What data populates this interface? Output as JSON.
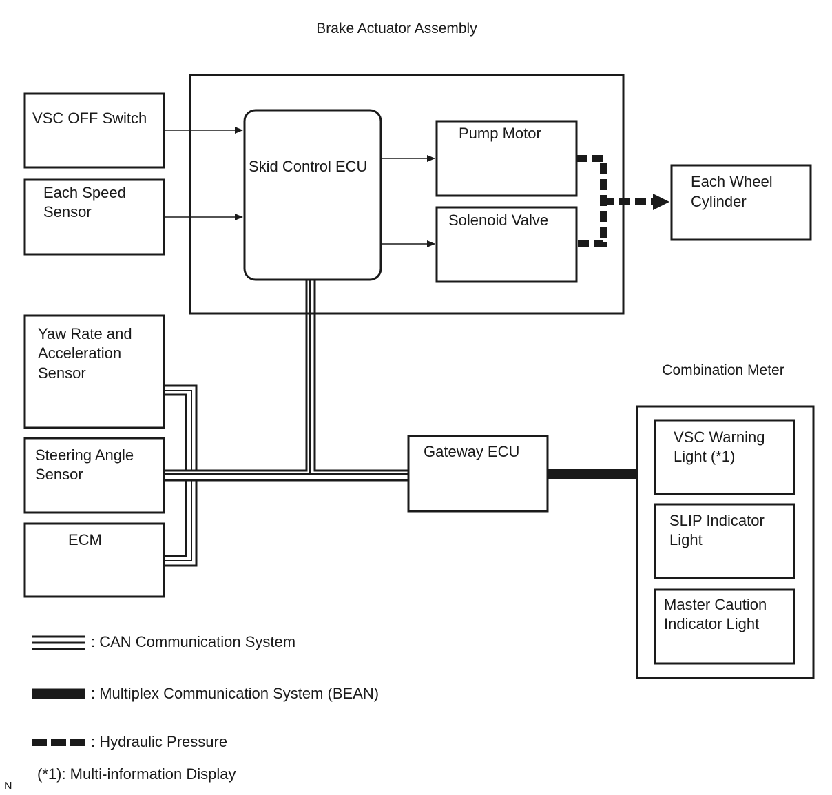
{
  "titles": {
    "brake_actuator": "Brake Actuator Assembly",
    "combination_meter": "Combination Meter"
  },
  "blocks": {
    "vsc_off_switch": [
      "VSC OFF Switch"
    ],
    "speed_sensor": [
      "Each Speed",
      "Sensor"
    ],
    "skid_control_ecu": [
      "Skid Control ECU"
    ],
    "pump_motor": [
      "Pump Motor"
    ],
    "solenoid_valve": [
      "Solenoid Valve"
    ],
    "wheel_cylinder": [
      "Each Wheel",
      "Cylinder"
    ],
    "yaw_rate_sensor": [
      "Yaw Rate and",
      "Acceleration",
      "Sensor"
    ],
    "steering_angle_sensor": [
      "Steering Angle",
      "Sensor"
    ],
    "ecm": [
      "ECM"
    ],
    "gateway_ecu": [
      "Gateway ECU"
    ],
    "vsc_warning_light": [
      "VSC Warning",
      "Light (*1)"
    ],
    "slip_indicator": [
      "SLIP Indicator",
      "Light"
    ],
    "master_caution": [
      "Master Caution",
      "Indicator Light"
    ]
  },
  "legend": {
    "can": ": CAN Communication System",
    "bean": ": Multiplex Communication System (BEAN)",
    "hydraulic": ": Hydraulic Pressure",
    "note": "(*1): Multi-information Display"
  },
  "corner_mark": "N",
  "colors": {
    "line": "#1a1a1a",
    "background": "#ffffff"
  }
}
